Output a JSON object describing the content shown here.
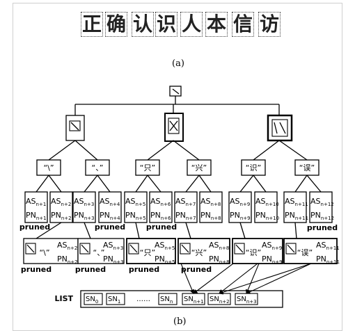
{
  "handwriting": [
    "正",
    "确",
    "认",
    "识",
    "人",
    "本",
    "信",
    "访"
  ],
  "captions": {
    "a": "(a)",
    "b": "(b)"
  },
  "level2_labels": [
    "“\\”",
    "“、”",
    "“只”",
    "“兴”",
    "“识”",
    "“误”"
  ],
  "score_boxes": [
    {
      "as": "AS",
      "as_sub": "n+1",
      "pn": "PN",
      "pn_sub": "n+1"
    },
    {
      "as": "AS",
      "as_sub": "n+2",
      "pn": "PN",
      "pn_sub": "n+2"
    },
    {
      "as": "AS",
      "as_sub": "n+3",
      "pn": "PN",
      "pn_sub": "n+3"
    },
    {
      "as": "AS",
      "as_sub": "n+4",
      "pn": "PN",
      "pn_sub": "n+4"
    },
    {
      "as": "AS",
      "as_sub": "n+5",
      "pn": "PN",
      "pn_sub": "n+5"
    },
    {
      "as": "AS",
      "as_sub": "n+6",
      "pn": "PN",
      "pn_sub": "n+6"
    },
    {
      "as": "AS",
      "as_sub": "n+7",
      "pn": "PN",
      "pn_sub": "n+7"
    },
    {
      "as": "AS",
      "as_sub": "n+8",
      "pn": "PN",
      "pn_sub": "n+8"
    },
    {
      "as": "AS",
      "as_sub": "n+9",
      "pn": "PN",
      "pn_sub": "n+9"
    },
    {
      "as": "AS",
      "as_sub": "n+10",
      "pn": "PN",
      "pn_sub": "n+10"
    },
    {
      "as": "AS",
      "as_sub": "n+11",
      "pn": "PN",
      "pn_sub": "n+11"
    },
    {
      "as": "AS",
      "as_sub": "n+12",
      "pn": "PN",
      "pn_sub": "n+12"
    }
  ],
  "pruned_label": "pruned",
  "row4": [
    {
      "label": "“\\”",
      "as_sub": "n+2",
      "pn_sub": "n+2"
    },
    {
      "label": "“、”",
      "as_sub": "n+3",
      "pn_sub": "n+3"
    },
    {
      "label": "“只”",
      "as_sub": "n+5",
      "pn_sub": "n+5"
    },
    {
      "label": "“兴”",
      "as_sub": "n+8",
      "pn_sub": "n+8"
    },
    {
      "label": "“识”",
      "as_sub": "n+9",
      "pn_sub": "n+9"
    },
    {
      "label": "“误”",
      "as_sub": "n+11",
      "pn_sub": "n+11"
    }
  ],
  "list": {
    "label": "LIST",
    "cells": [
      {
        "text": "SN",
        "sub": "0"
      },
      {
        "text": "SN",
        "sub": "1"
      },
      {
        "text": "……",
        "sub": ""
      },
      {
        "text": "SN",
        "sub": "n"
      },
      {
        "text": "SN",
        "sub": "n+1"
      },
      {
        "text": "SN",
        "sub": "n+2"
      },
      {
        "text": "SN",
        "sub": "n+3"
      }
    ]
  }
}
